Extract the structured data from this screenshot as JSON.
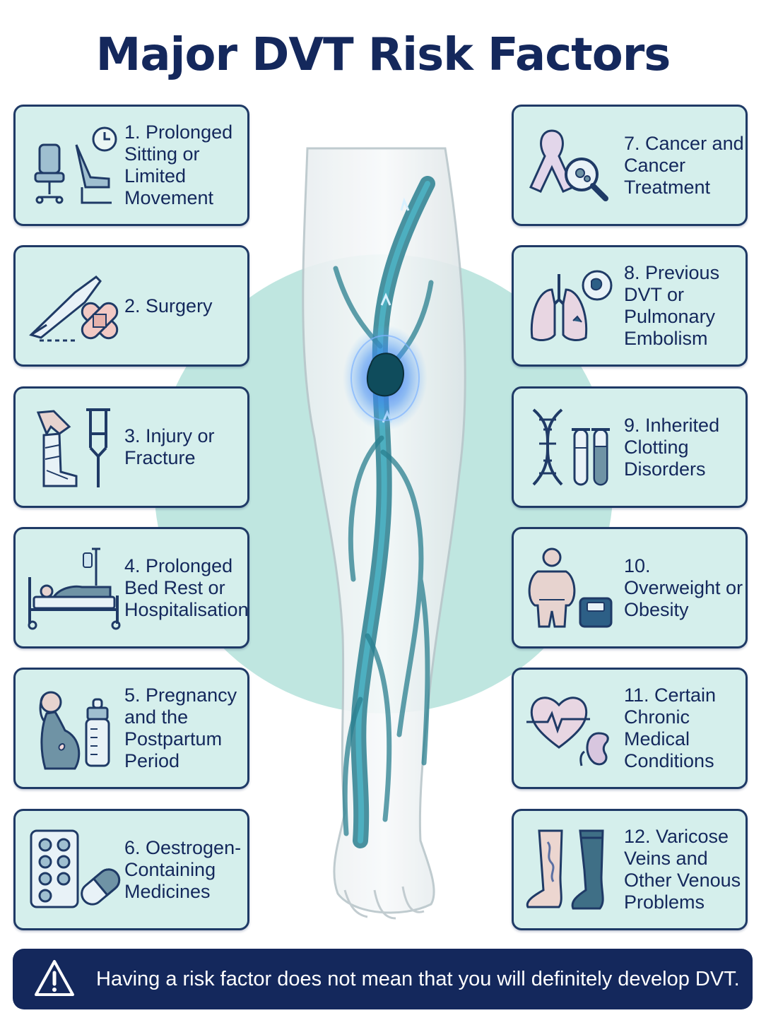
{
  "title": "Major DVT Risk Factors",
  "colors": {
    "navy": "#14285c",
    "card_bg": "#d5efec",
    "circle_bg": "#bfe6e0",
    "vein": "#2a7f8f",
    "clot_glow": "#3a6cf0"
  },
  "factors_left": [
    {
      "label": "1. Prolonged Sitting or Limited Movement",
      "icon": "office-chair-and-clock-icon"
    },
    {
      "label": "2. Surgery",
      "icon": "scalpel-and-bandage-icon"
    },
    {
      "label": "3. Injury or Fracture",
      "icon": "leg-cast-and-crutch-icon"
    },
    {
      "label": "4. Prolonged Bed Rest or Hospitalisation",
      "icon": "hospital-bed-icon"
    },
    {
      "label": "5. Pregnancy and the Postpartum Period",
      "icon": "pregnant-woman-and-bottle-icon"
    },
    {
      "label": "6. Oestrogen-Containing Medicines",
      "icon": "pill-pack-and-capsule-icon"
    }
  ],
  "factors_right": [
    {
      "label": "7. Cancer and Cancer Treatment",
      "icon": "ribbon-and-magnifier-icon"
    },
    {
      "label": "8. Previous DVT or Pulmonary Embolism",
      "icon": "lungs-and-clot-icon"
    },
    {
      "label": "9. Inherited Clotting Disorders",
      "icon": "dna-and-test-tubes-icon"
    },
    {
      "label": "10. Overweight or Obesity",
      "icon": "person-and-scale-icon"
    },
    {
      "label": "11. Certain Chronic Medical Conditions",
      "icon": "heart-and-kidney-icon"
    },
    {
      "label": "12. Varicose Veins and Other Venous Problems",
      "icon": "varicose-leg-and-stocking-icon"
    }
  ],
  "illustration": {
    "icon": "leg-with-deep-vein-clot-icon"
  },
  "disclaimer": {
    "icon": "warning-triangle-icon",
    "text": "Having a risk factor does not mean that you will definitely develop DVT."
  }
}
